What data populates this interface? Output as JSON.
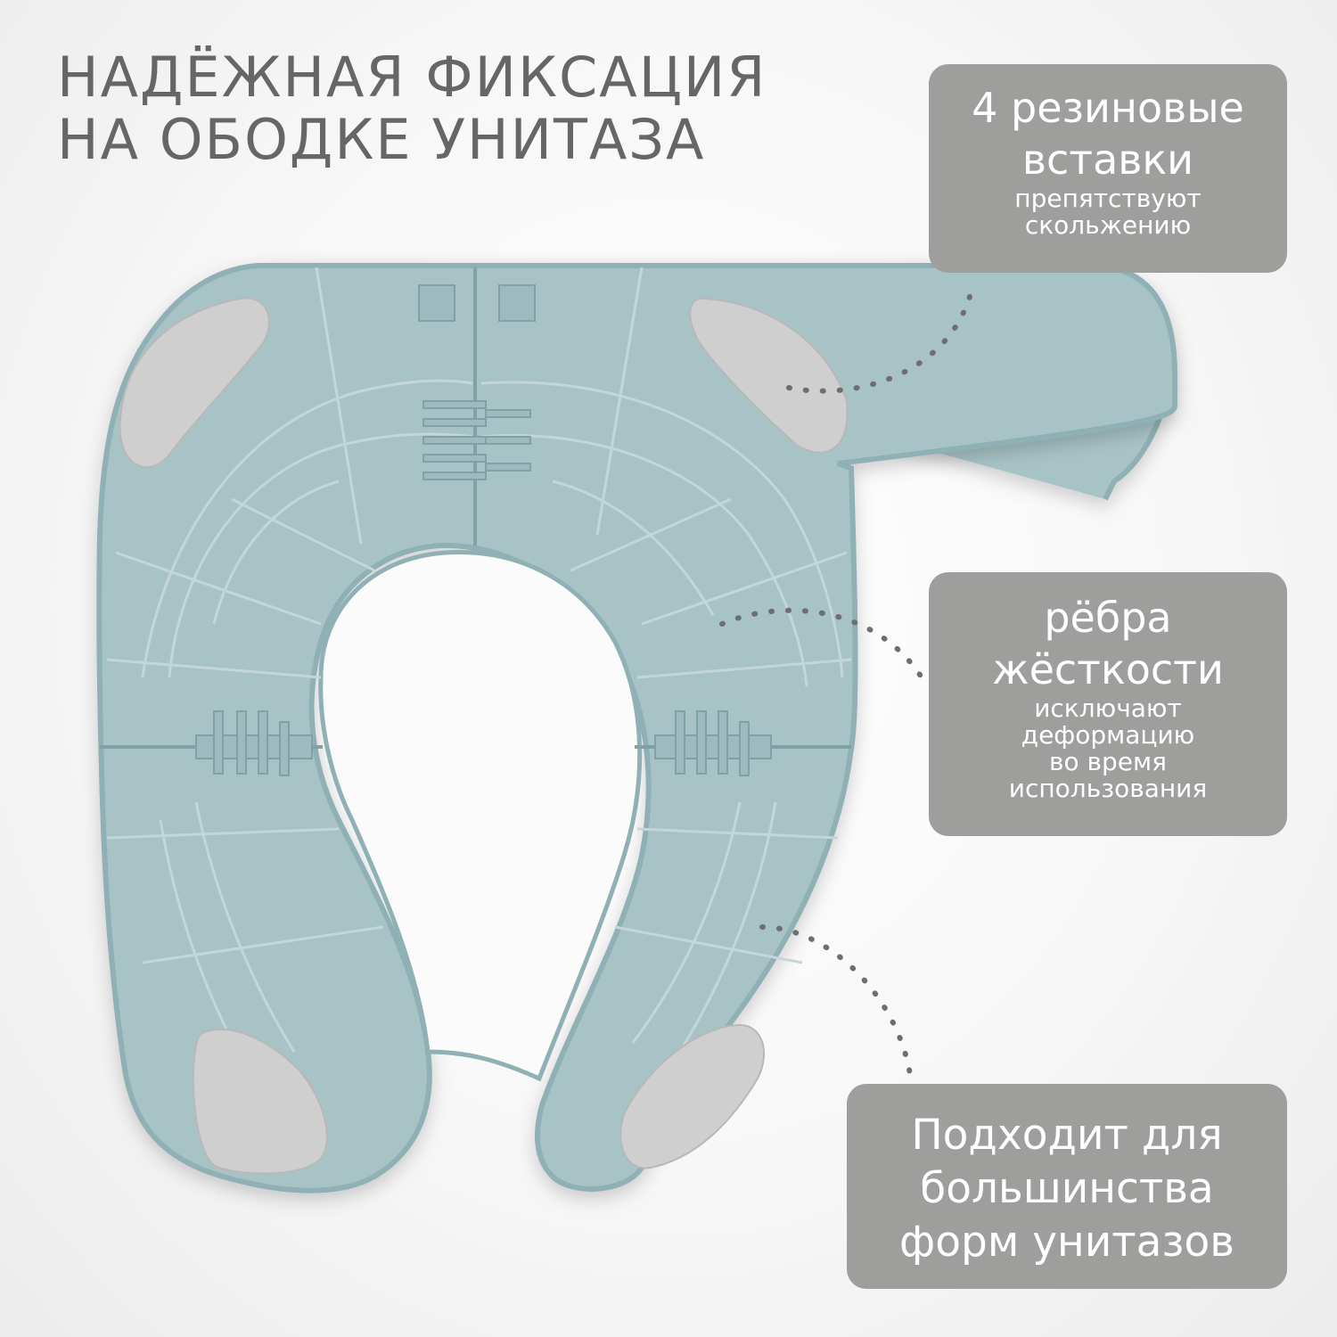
{
  "headline": {
    "line1": "НАДЁЖНАЯ ФИКСАЦИЯ",
    "line2": "НА ОБОДКЕ УНИТАЗА"
  },
  "callouts": {
    "rubber": {
      "title_line1": "4 резиновые",
      "title_line2": "вставки",
      "text_line1": "препятствуют",
      "text_line2": "скольжению"
    },
    "ribs": {
      "title_line1": "рёбра",
      "title_line2": "жёсткости",
      "text_line1": "исключают",
      "text_line2": "деформацию",
      "text_line3": "во время",
      "text_line4": "использования"
    },
    "fit": {
      "line1": "Подходит для",
      "line2": "большинства",
      "line3": "форм унитазов"
    }
  },
  "colors": {
    "seat": "#a8c3c6",
    "seat_edge": "#8fb0b4",
    "rib": "#c3d6d8",
    "pad": "#cfcfcf",
    "callout_bg": "#9e9e9c",
    "headline": "#666666"
  }
}
